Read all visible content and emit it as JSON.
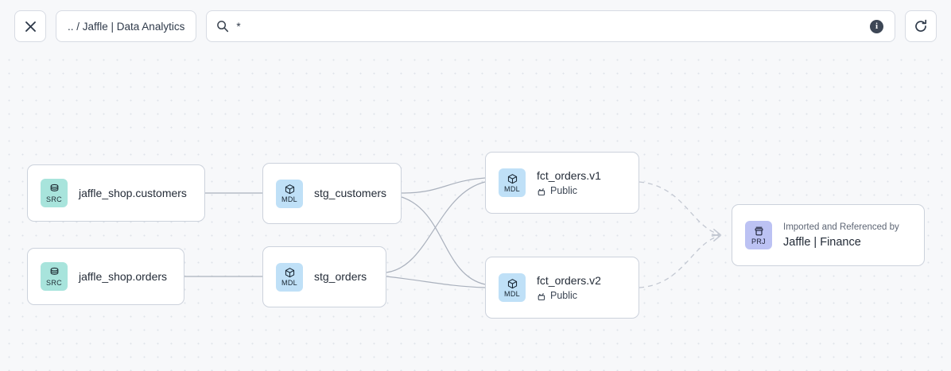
{
  "toolbar": {
    "close_label": "×",
    "close_icon": "close-icon",
    "breadcrumb": ".. / Jaffle | Data Analytics",
    "search_icon": "search-icon",
    "search_value": "*",
    "search_placeholder": "",
    "info_label": "i",
    "info_icon": "info-icon",
    "refresh_icon": "refresh-icon"
  },
  "colors": {
    "canvas_bg": "#f7f8fa",
    "grid_dot": "#dfe3ea",
    "node_border": "#ccd2dc",
    "badge_src": "#a8e4dc",
    "badge_mdl": "#bfe0f7",
    "badge_prj": "#bcc2f3",
    "edge": "#aab1bd",
    "edge_dashed": "#c3c8d2"
  },
  "graph": {
    "nodes": [
      {
        "id": "src_customers",
        "badge": "SRC",
        "badge_icon": "database-icon",
        "title": "jaffle_shop.customers",
        "sub": null
      },
      {
        "id": "src_orders",
        "badge": "SRC",
        "badge_icon": "database-icon",
        "title": "jaffle_shop.orders",
        "sub": null
      },
      {
        "id": "stg_customers",
        "badge": "MDL",
        "badge_icon": "cube-icon",
        "title": "stg_customers",
        "sub": null
      },
      {
        "id": "stg_orders",
        "badge": "MDL",
        "badge_icon": "cube-icon",
        "title": "stg_orders",
        "sub": null
      },
      {
        "id": "fct_orders_v1",
        "badge": "MDL",
        "badge_icon": "cube-icon",
        "title": "fct_orders.v1",
        "sub": "Public",
        "sub_icon": "unlock-icon"
      },
      {
        "id": "fct_orders_v2",
        "badge": "MDL",
        "badge_icon": "cube-icon",
        "title": "fct_orders.v2",
        "sub": "Public",
        "sub_icon": "unlock-icon"
      },
      {
        "id": "prj_finance",
        "badge": "PRJ",
        "badge_icon": "archive-icon",
        "meta": "Imported and Referenced by",
        "title": "Jaffle | Finance"
      }
    ],
    "edges": [
      {
        "from": "src_customers",
        "to": "stg_customers",
        "style": "solid"
      },
      {
        "from": "src_orders",
        "to": "stg_orders",
        "style": "solid"
      },
      {
        "from": "stg_customers",
        "to": "fct_orders_v1",
        "style": "solid"
      },
      {
        "from": "stg_customers",
        "to": "fct_orders_v2",
        "style": "solid"
      },
      {
        "from": "stg_orders",
        "to": "fct_orders_v1",
        "style": "solid"
      },
      {
        "from": "stg_orders",
        "to": "fct_orders_v2",
        "style": "solid"
      },
      {
        "from": "fct_orders_v1",
        "to": "prj_finance",
        "style": "dashed"
      },
      {
        "from": "fct_orders_v2",
        "to": "prj_finance",
        "style": "dashed"
      }
    ]
  }
}
